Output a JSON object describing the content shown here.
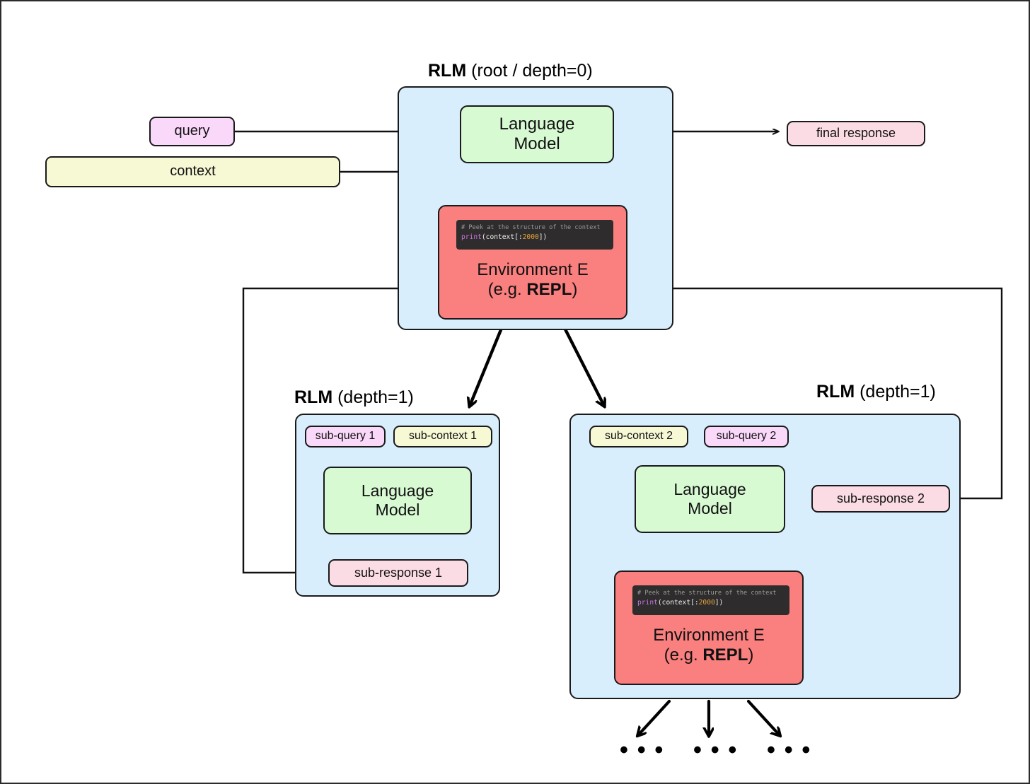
{
  "diagram": {
    "title_root": {
      "bold": "RLM",
      "rest": " (root / depth=0)"
    },
    "title_left": {
      "bold": "RLM",
      "rest": " (depth=1)"
    },
    "title_right": {
      "bold": "RLM",
      "rest": " (depth=1)"
    }
  },
  "root": {
    "query_label": "query",
    "context_label": "context",
    "lm_label": "Language\nModel",
    "lm_line1": "Language",
    "lm_line2": "Model",
    "env_line1": "Environment E",
    "env_prefix": "(e.g. ",
    "env_bold": "REPL",
    "env_suffix": ")",
    "final_response_label": "final response",
    "code": {
      "comment": "# Peek at the structure of the context",
      "call": "print",
      "mid": "(context[:",
      "number": "2000",
      "tail": "])"
    }
  },
  "left_child": {
    "sub_query_label": "sub-query 1",
    "sub_context_label": "sub-context 1",
    "lm_line1": "Language",
    "lm_line2": "Model",
    "sub_response_label": "sub-response 1"
  },
  "right_child": {
    "sub_context_label": "sub-context 2",
    "sub_query_label": "sub-query 2",
    "lm_line1": "Language",
    "lm_line2": "Model",
    "sub_response_label": "sub-response 2",
    "env_line1": "Environment E",
    "env_prefix": "(e.g. ",
    "env_bold": "REPL",
    "env_suffix": ")",
    "code": {
      "comment": "# Peek at the structure of the context",
      "call": "print",
      "mid": "(context[:",
      "number": "2000",
      "tail": "])"
    }
  },
  "leaves": {
    "ellipsis_1": "• • •",
    "ellipsis_2": "• • •",
    "ellipsis_3": "• • •"
  },
  "colors": {
    "container_blue": "#d9eefd",
    "query_pink": "#f9d8f9",
    "context_yellow": "#f7f8d4",
    "lm_green": "#d8fad3",
    "env_salmon": "#fa7f7f",
    "response_pink": "#fbdce4",
    "stroke": "#1a1a1a",
    "code_bg": "#2e2c2c",
    "code_fn": "#c678dd",
    "code_num": "#e5a33d",
    "code_comment": "#9c9c9c"
  }
}
